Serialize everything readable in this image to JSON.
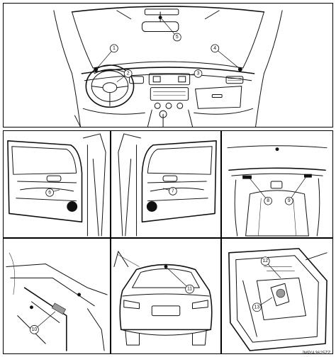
{
  "figure_code": "JMPIA3625ZZ",
  "panels": [
    {
      "id": "instrument-panel-view",
      "callouts": [
        "1",
        "2",
        "3",
        "4",
        "5"
      ]
    },
    {
      "id": "front-door-lh-view",
      "callouts": [
        "6"
      ]
    },
    {
      "id": "front-door-rh-view",
      "callouts": [
        "7"
      ]
    },
    {
      "id": "roof-console-view",
      "callouts": [
        "8",
        "9"
      ]
    },
    {
      "id": "pillar-interior-view",
      "callouts": [
        "10"
      ]
    },
    {
      "id": "rear-vehicle-view",
      "callouts": [
        "11"
      ]
    },
    {
      "id": "trunk-lid-view",
      "callouts": [
        "12",
        "13"
      ]
    }
  ]
}
